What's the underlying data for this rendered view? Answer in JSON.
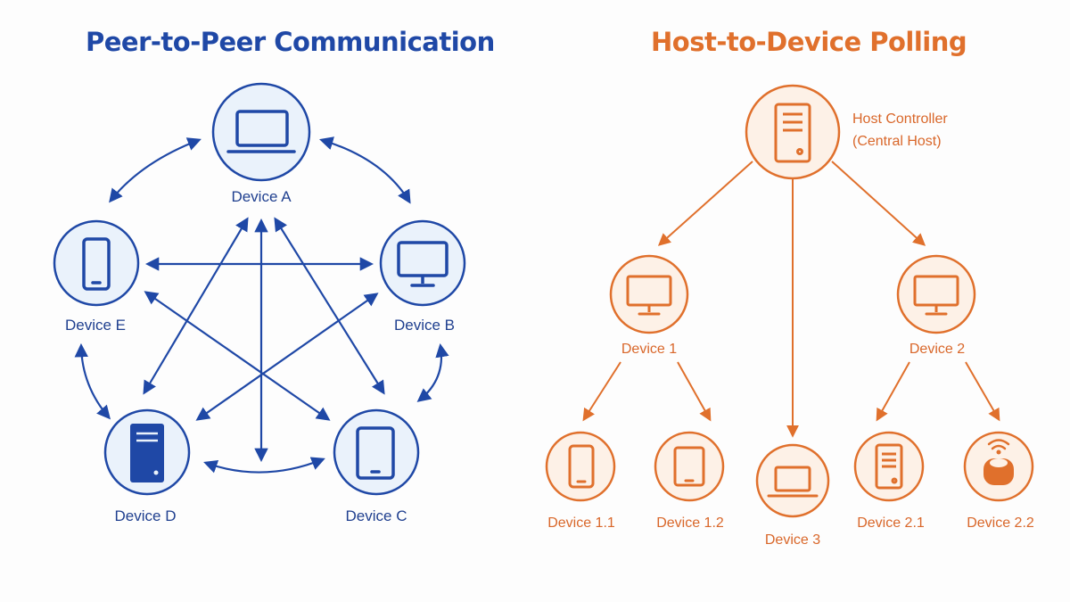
{
  "peer_to_peer": {
    "title": "Peer-to-Peer Communication",
    "devices": {
      "a": "Device A",
      "b": "Device B",
      "c": "Device C",
      "d": "Device D",
      "e": "Device E"
    }
  },
  "polling": {
    "title": "Host-to-Device Polling",
    "host_line1": "Host Controller",
    "host_line2": "(Central Host)",
    "devices": {
      "d1": "Device 1",
      "d2": "Device 2",
      "d3": "Device 3",
      "d11": "Device 1.1",
      "d12": "Device 1.2",
      "d21": "Device 2.1",
      "d22": "Device 2.2"
    }
  },
  "colors": {
    "blue": "#1f48a6",
    "blue_fill": "#eaf2fb",
    "orange": "#e0702c",
    "orange_fill": "#fdf1e7"
  },
  "icons": {
    "device_a": "laptop-icon",
    "device_b": "monitor-icon",
    "device_c": "tablet-icon",
    "device_d": "server-tower-icon",
    "device_e": "smartphone-icon",
    "host": "server-tower-icon",
    "device_1": "monitor-icon",
    "device_2": "monitor-icon",
    "device_3": "laptop-icon",
    "device_1_1": "smartphone-icon",
    "device_1_2": "tablet-icon",
    "device_2_1": "server-tower-icon",
    "device_2_2": "smart-sensor-icon"
  }
}
